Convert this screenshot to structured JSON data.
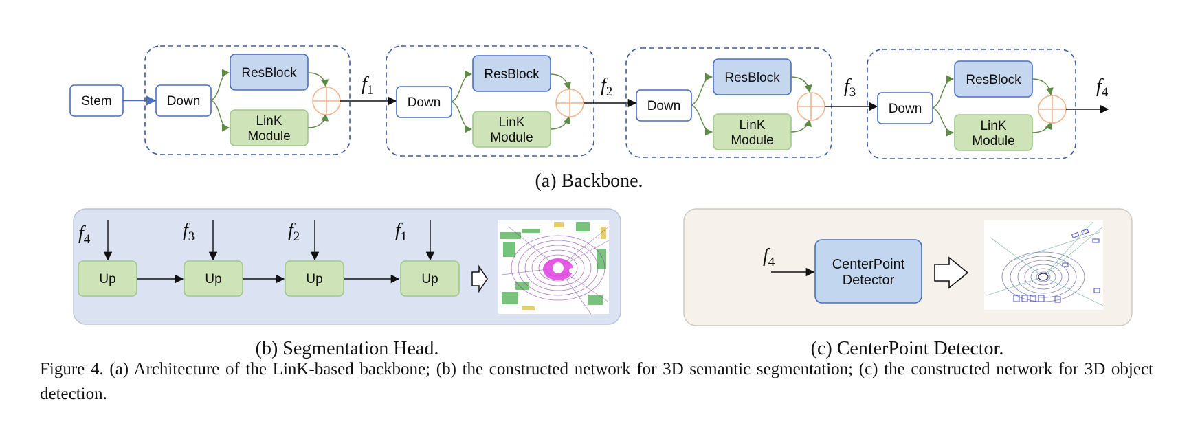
{
  "backbone": {
    "stem_label": "Stem",
    "stages": [
      {
        "down_label": "Down",
        "resblock_label": "ResBlock",
        "link_label_line1": "LinK",
        "link_label_line2": "Module",
        "output_var": "f",
        "output_sub": "1"
      },
      {
        "down_label": "Down",
        "resblock_label": "ResBlock",
        "link_label_line1": "LinK",
        "link_label_line2": "Module",
        "output_var": "f",
        "output_sub": "2"
      },
      {
        "down_label": "Down",
        "resblock_label": "ResBlock",
        "link_label_line1": "LinK",
        "link_label_line2": "Module",
        "output_var": "f",
        "output_sub": "3"
      },
      {
        "down_label": "Down",
        "resblock_label": "ResBlock",
        "link_label_line1": "LinK",
        "link_label_line2": "Module",
        "output_var": "f",
        "output_sub": "4"
      }
    ],
    "caption": "(a) Backbone."
  },
  "segmentation_head": {
    "blocks": [
      {
        "input_var": "f",
        "input_sub": "4",
        "label": "Up"
      },
      {
        "input_var": "f",
        "input_sub": "3",
        "label": "Up"
      },
      {
        "input_var": "f",
        "input_sub": "2",
        "label": "Up"
      },
      {
        "input_var": "f",
        "input_sub": "1",
        "label": "Up"
      }
    ],
    "caption": "(b) Segmentation Head."
  },
  "detector": {
    "input_var": "f",
    "input_sub": "4",
    "box_line1": "CenterPoint",
    "box_line2": "Detector",
    "caption": "(c) CenterPoint Detector."
  },
  "figure_caption": "Figure 4.  (a) Architecture of the LinK-based backbone; (b) the constructed network for 3D semantic segmentation; (c) the constructed network for 3D object detection.",
  "colors": {
    "box_border_blue": "#4a6fbf",
    "resblock_fill": "#c5d6ef",
    "link_fill": "#cfe3b8",
    "link_border": "#9fc88a",
    "plus_circle": "#f0b48a",
    "green_arrow": "#5f8a45",
    "panel_b_bg": "#dbe2f1",
    "panel_c_bg": "#f7f1ec",
    "detector_fill": "#c3d6ef"
  }
}
